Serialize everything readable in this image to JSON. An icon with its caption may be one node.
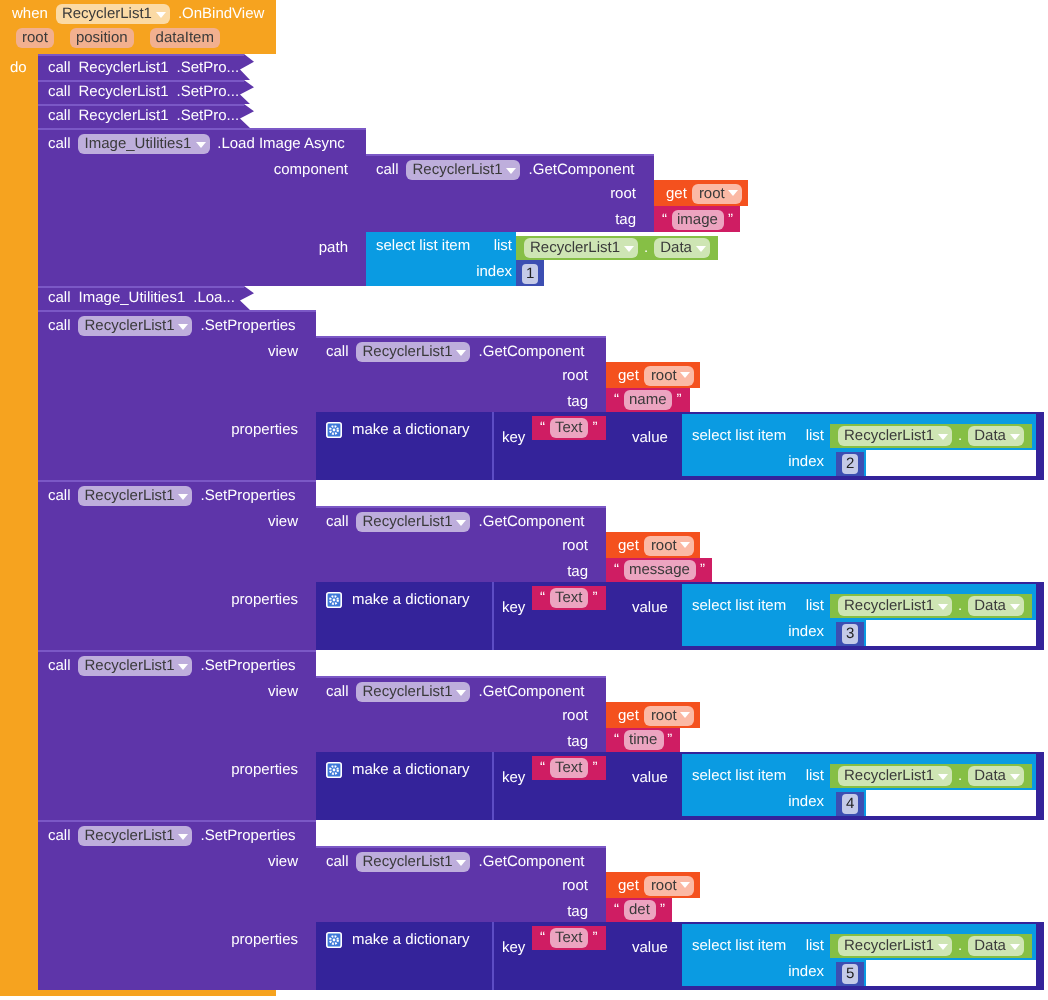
{
  "diagram": {
    "nodes": [
      {
        "text": [
          "when",
          "RecyclerList1",
          ".OnBindView",
          "root",
          "position",
          "dataItem",
          "do"
        ]
      },
      {
        "text": [
          "call",
          "RecyclerList1",
          ".SetPro..."
        ],
        "in": 0
      },
      {
        "text": [
          "call",
          "RecyclerList1",
          ".SetPro..."
        ],
        "in": 0
      },
      {
        "text": [
          "call",
          "RecyclerList1",
          ".SetPro..."
        ],
        "in": 0
      },
      {
        "text": [
          "call",
          "Image_Utilities1",
          ".Load Image Async",
          "component",
          "path"
        ]
      },
      {
        "text": [
          "call",
          "RecyclerList1",
          ".GetComponent",
          "root",
          "tag"
        ]
      },
      {
        "text": [
          "get",
          "root"
        ]
      },
      {
        "text": [
          "“",
          "image",
          "”"
        ]
      },
      {
        "text": [
          "select list item",
          "list",
          "index"
        ]
      },
      {
        "text": [
          "RecyclerList1",
          ".",
          "Data"
        ]
      },
      {
        "text": [
          "1"
        ]
      },
      {
        "text": [
          "call",
          "Image_Utilities1",
          ".Loa..."
        ],
        "in": 0
      },
      {
        "text": [
          "call",
          "RecyclerList1",
          ".SetProperties",
          "view",
          "properties"
        ]
      },
      {
        "text": [
          "call",
          "RecyclerList1",
          ".GetComponent",
          "root",
          "tag"
        ]
      },
      {
        "text": [
          "get",
          "root"
        ]
      },
      {
        "text": [
          "“",
          "name",
          "”"
        ]
      },
      {
        "text": [
          "make a dictionary"
        ]
      },
      {
        "text": [
          "key",
          "value"
        ]
      },
      {
        "text": [
          "“",
          "Text",
          "”"
        ],
        "in": 17
      },
      {
        "text": [
          "select list item",
          "list",
          "index"
        ],
        "in": 17
      },
      {
        "text": [
          "RecyclerList1",
          ".",
          "Data"
        ],
        "in": 19
      },
      {
        "text": [
          "2"
        ],
        "in": 19
      },
      {
        "text": [
          "call",
          "RecyclerList1",
          ".SetProperties",
          "view",
          "properties"
        ]
      },
      {
        "text": [
          "call",
          "RecyclerList1",
          ".GetComponent",
          "root",
          "tag"
        ]
      },
      {
        "text": [
          "get",
          "root"
        ]
      },
      {
        "text": [
          "“",
          "message",
          "”"
        ]
      },
      {
        "text": [
          "make a dictionary"
        ]
      },
      {
        "text": [
          "key",
          "value"
        ]
      },
      {
        "text": [
          "“",
          "Text",
          "”"
        ],
        "in": 27
      },
      {
        "text": [
          "select list item",
          "list",
          "index"
        ],
        "in": 27
      },
      {
        "text": [
          "RecyclerList1",
          ".",
          "Data"
        ],
        "in": 29
      },
      {
        "text": [
          "3"
        ],
        "in": 29
      },
      {
        "text": [
          "call",
          "RecyclerList1",
          ".SetProperties",
          "view",
          "properties"
        ]
      },
      {
        "text": [
          "call",
          "RecyclerList1",
          ".GetComponent",
          "root",
          "tag"
        ]
      },
      {
        "text": [
          "get",
          "root"
        ]
      },
      {
        "text": [
          "“",
          "time",
          "”"
        ]
      },
      {
        "text": [
          "make a dictionary"
        ]
      },
      {
        "text": [
          "key",
          "value"
        ]
      },
      {
        "text": [
          "“",
          "Text",
          "”"
        ],
        "in": 37
      },
      {
        "text": [
          "select list item",
          "list",
          "index"
        ],
        "in": 37
      },
      {
        "text": [
          "RecyclerList1",
          ".",
          "Data"
        ],
        "in": 39
      },
      {
        "text": [
          "4"
        ],
        "in": 39
      },
      {
        "text": [
          "call",
          "RecyclerList1",
          ".SetProperties",
          "view",
          "properties"
        ]
      },
      {
        "text": [
          "call",
          "RecyclerList1",
          ".GetComponent",
          "root",
          "tag"
        ]
      },
      {
        "text": [
          "get",
          "root"
        ]
      },
      {
        "text": [
          "“",
          "det",
          "”"
        ]
      },
      {
        "text": [
          "make a dictionary"
        ]
      },
      {
        "text": [
          "key",
          "value"
        ]
      },
      {
        "text": [
          "“",
          "Text",
          "”"
        ],
        "in": 47
      },
      {
        "text": [
          "select list item",
          "list",
          "index"
        ],
        "in": 47
      },
      {
        "text": [
          "RecyclerList1",
          ".",
          "Data"
        ],
        "in": 49
      },
      {
        "text": [
          "5"
        ],
        "in": 49
      }
    ]
  }
}
